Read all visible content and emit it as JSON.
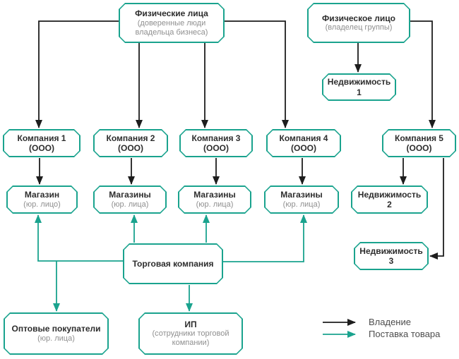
{
  "diagram": {
    "nodes": {
      "individuals": {
        "title": "Физические лица",
        "subtitle": "(доверенные люди владельца бизнеса)"
      },
      "owner": {
        "title": "Физическое лицо",
        "subtitle": "(владелец группы)"
      },
      "realty1": {
        "title": "Недвижимость 1"
      },
      "company1": {
        "title": "Компания 1 (ООО)"
      },
      "company2": {
        "title": "Компания 2 (ООО)"
      },
      "company3": {
        "title": "Компания 3 (ООО)"
      },
      "company4": {
        "title": "Компания 4 (ООО)"
      },
      "company5": {
        "title": "Компания 5 (ООО)"
      },
      "shop1": {
        "title": "Магазин",
        "subtitle": "(юр. лицо)"
      },
      "shops2": {
        "title": "Магазины",
        "subtitle": "(юр. лица)"
      },
      "shops3": {
        "title": "Магазины",
        "subtitle": "(юр. лица)"
      },
      "shops4": {
        "title": "Магазины",
        "subtitle": "(юр. лица)"
      },
      "realty2": {
        "title": "Недвижимость 2"
      },
      "realty3": {
        "title": "Недвижимость 3"
      },
      "trading": {
        "title": "Торговая компания"
      },
      "wholesale": {
        "title": "Оптовые покупатели",
        "subtitle": "(юр. лица)"
      },
      "ip": {
        "title": "ИП",
        "subtitle": "(сотрудники торговой компании)"
      }
    },
    "legend": {
      "ownership": "Владение",
      "supply": "Поставка товара"
    },
    "colors": {
      "teal": "#1aa38e",
      "black": "#1d1d1d",
      "title_text": "#2d2d2d",
      "subtitle_text": "#8f8f8f"
    }
  }
}
